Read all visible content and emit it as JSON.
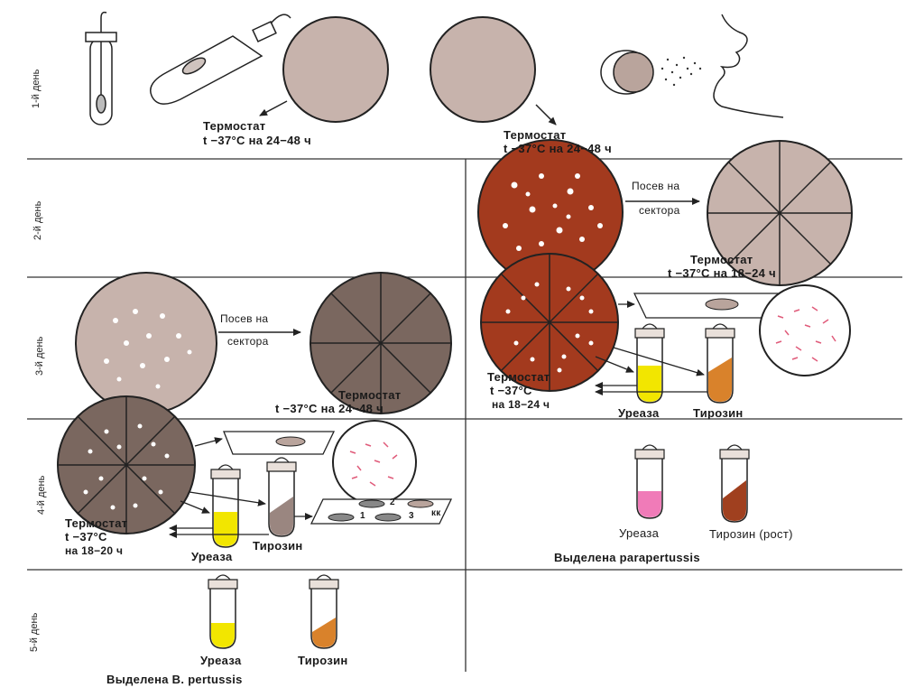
{
  "days": {
    "d1": "1-й день",
    "d2": "2-й день",
    "d3": "3-й день",
    "d4": "4-й день",
    "d5": "5-й день"
  },
  "row1": {
    "left_thermo_line1": "Термостат",
    "left_thermo_line2": "t −37°C  на 24−48 ч",
    "right_thermo_line1": "Термостат",
    "right_thermo_line2": "t −37°C  на 24−48 ч"
  },
  "row2": {
    "sowing_line1": "Посев на",
    "sowing_line2": "сектора",
    "thermo_line1": "Термостат",
    "thermo_line2": "t −37°C  на 18−24 ч"
  },
  "row3": {
    "sowing_line1": "Посев  на",
    "sowing_line2": "сектора",
    "left_thermo_line1": "Термостат",
    "left_thermo_line2": "t −37°C  на 24−48 ч",
    "right_thermo_line1": "Термостат",
    "right_thermo_line2": "t −37°C",
    "right_thermo_line3": "на 18−24 ч",
    "urease": "Уреаза",
    "tyrosine": "Тирозин"
  },
  "row4": {
    "thermo_line1": "Термостат",
    "thermo_line2": "t −37°C",
    "thermo_line3": "на 18−20 ч",
    "urease": "Уреаза",
    "tyrosine": "Тирозин",
    "slide_n1": "1",
    "slide_n2": "2",
    "slide_n3": "3",
    "slide_kk": "кк",
    "right_urease": "Уреаза",
    "right_tyrosine": "Тирозин  (рост)",
    "isolated": "Выделена  parapertussis"
  },
  "row5": {
    "urease": "Уреаза",
    "tyrosine": "Тирозин",
    "isolated": "Выделена  B. pertussis"
  },
  "colors": {
    "plate_plain": "#c7b3ac",
    "plate_brown": "#a33a1e",
    "plate_dark": "#7a675f",
    "tube_yellow": "#f2e600",
    "tube_orange": "#d9822b",
    "tube_pink": "#f07bb8",
    "tube_brown": "#a0401f",
    "tube_grey": "#9a8680",
    "line": "#222222"
  }
}
